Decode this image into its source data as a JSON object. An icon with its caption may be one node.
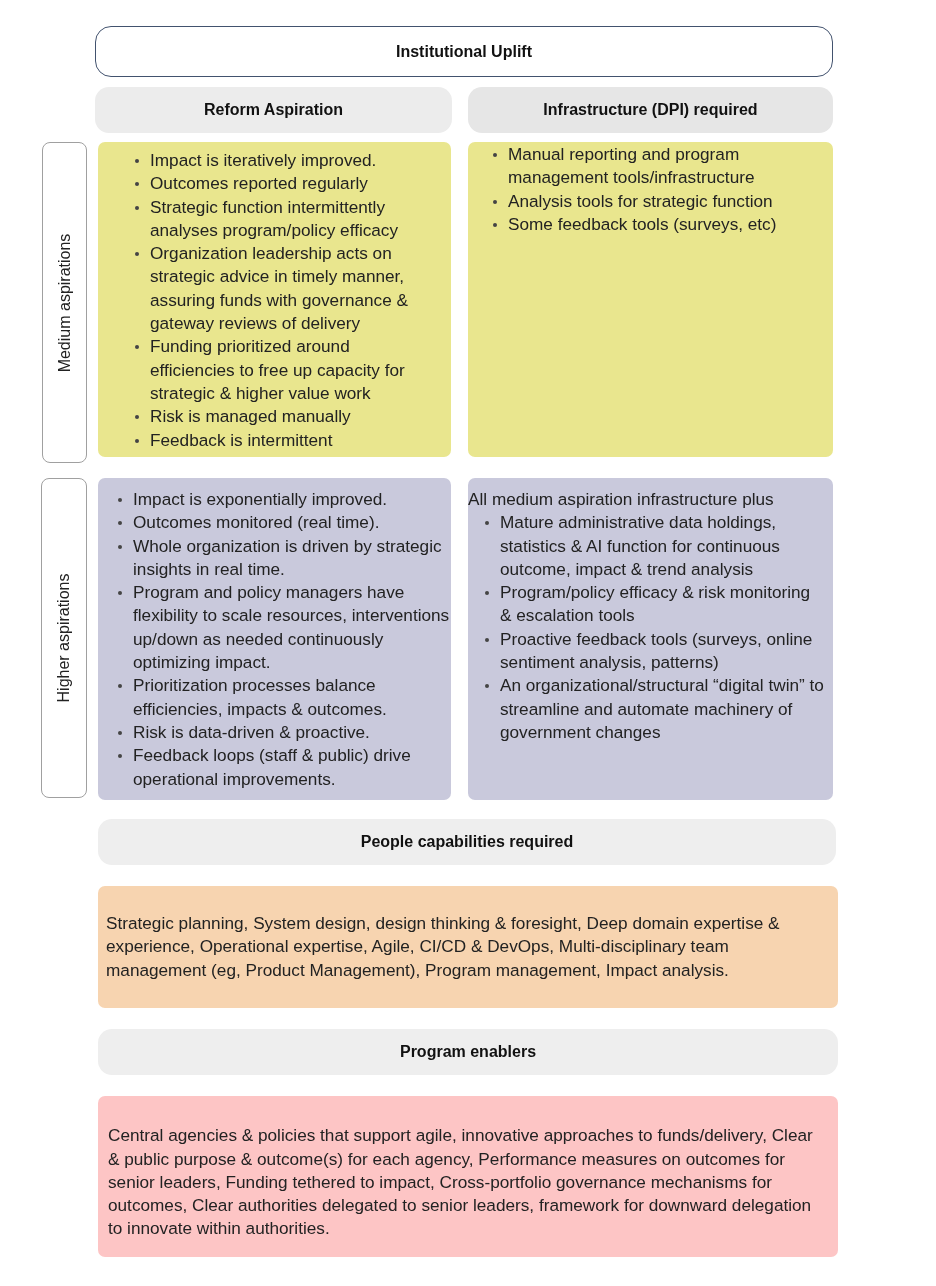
{
  "diagram": {
    "nodes": [
      {
        "text": [
          "Institutional Uplift"
        ]
      },
      {
        "text": [
          "Reform Aspiration"
        ]
      },
      {
        "text": [
          "Infrastructure (DPI) required"
        ]
      },
      {
        "text": [
          "Medium aspirations"
        ]
      },
      {
        "text": [
          "Impact is iteratively improved.",
          "Outcomes reported regularly",
          "Strategic function intermittently analyses program/policy efficacy",
          "Organization leadership acts on strategic advice in timely manner, assuring funds with governance & gateway reviews of delivery",
          "Funding prioritized around efficiencies to free up capacity for strategic & higher value work",
          "Risk is managed manually",
          "Feedback is intermittent"
        ]
      },
      {
        "text": [
          "Manual reporting and program management tools/infrastructure",
          "Analysis tools for strategic function",
          "Some feedback tools (surveys, etc)"
        ]
      },
      {
        "text": [
          "Higher aspirations"
        ]
      },
      {
        "text": [
          "Impact is exponentially improved.",
          "Outcomes monitored (real time).",
          "Whole organization is driven by strategic insights in real time.",
          "Program and policy managers have flexibility to scale resources, interventions up/down as needed continuously optimizing impact.",
          "Prioritization processes balance efficiencies, impacts & outcomes.",
          "Risk is data-driven & proactive.",
          "Feedback loops (staff & public) drive operational improvements."
        ]
      },
      {
        "text": [
          "All medium aspiration infrastructure plus",
          "Mature administrative data holdings, statistics & AI function for continuous outcome, impact & trend analysis",
          "Program/policy efficacy & risk monitoring & escalation tools",
          "Proactive feedback tools (surveys, online sentiment analysis, patterns)",
          "An organizational/structural “digital twin” to streamline and automate machinery of government changes"
        ]
      },
      {
        "text": [
          "People capabilities required"
        ]
      },
      {
        "text": [
          "Strategic planning, System design, design thinking & foresight, Deep domain expertise & experience, Operational expertise, Agile, CI/CD & DevOps, Multi-disciplinary team management (eg, Product Management), Program management, Impact analysis."
        ]
      },
      {
        "text": [
          "Program enablers"
        ]
      },
      {
        "text": [
          "Central agencies & policies that support agile, innovative approaches to funds/delivery, Clear & public purpose & outcome(s) for each agency, Performance measures on outcomes for senior leaders, Funding tethered to impact, Cross-portfolio governance mechanisms for outcomes, Clear authorities delegated to senior leaders, framework for downward delegation to innovate within authorities."
        ]
      }
    ]
  }
}
